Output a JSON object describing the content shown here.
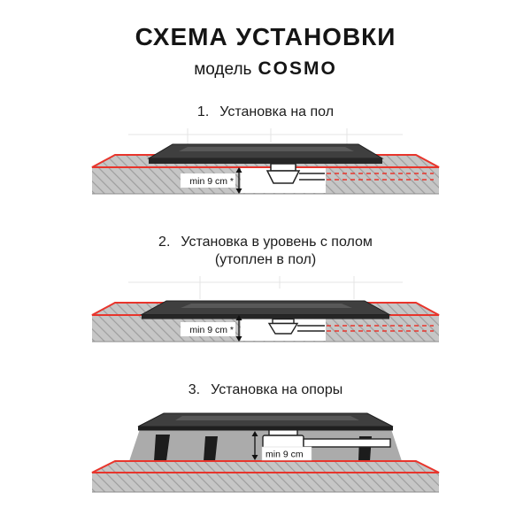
{
  "header": {
    "title": "СХЕМА УСТАНОВКИ",
    "subtitle_prefix": "модель",
    "model": "COSMO"
  },
  "sections": [
    {
      "number": "1.",
      "title": "Установка на пол",
      "note": "",
      "min_label": "min 9 cm *"
    },
    {
      "number": "2.",
      "title": "Установка в уровень с полом",
      "note": "(утоплен в пол)",
      "min_label": "min 9 cm *"
    },
    {
      "number": "3.",
      "title": "Установка на опоры",
      "note": "",
      "min_label": "min 9 cm"
    }
  ],
  "colors": {
    "accent_red": "#e8352c",
    "tray_dark": "#3f3f3f",
    "slab_gray": "#c6c6c6",
    "hatch_line": "#9e9e9e"
  }
}
